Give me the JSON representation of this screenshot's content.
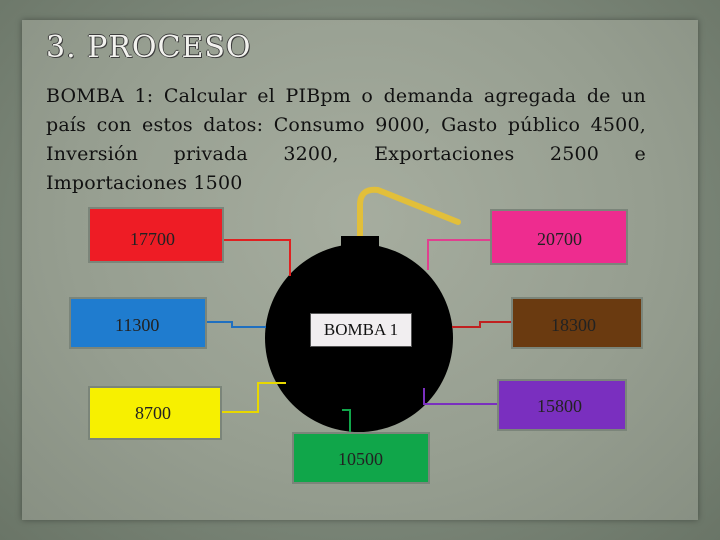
{
  "slide": {
    "title": "3. PROCESO",
    "body": "BOMBA 1: Calcular el PIBpm o demanda agregada de un país con estos datos: Consumo 9000, Gasto público 4500, Inversión privada 3200, Exportaciones 2500 e Importaciones 1500",
    "bomb_label": "BOMBA 1"
  },
  "options": [
    {
      "value": "17700",
      "color": "#ee1c25"
    },
    {
      "value": "20700",
      "color": "#ee2c8f"
    },
    {
      "value": "11300",
      "color": "#1f7ccf"
    },
    {
      "value": "18300",
      "color": "#6a3a10"
    },
    {
      "value": "8700",
      "color": "#f7f000"
    },
    {
      "value": "15800",
      "color": "#7a2fbf"
    },
    {
      "value": "10500",
      "color": "#10a64a"
    }
  ]
}
